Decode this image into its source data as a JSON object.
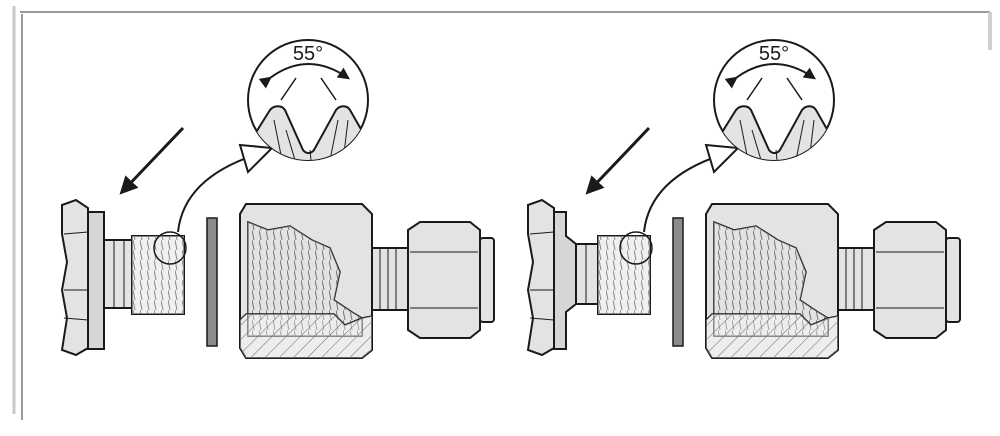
{
  "figure": {
    "panels": [
      {
        "id": "left",
        "angle_label": "55°"
      },
      {
        "id": "right",
        "angle_label": "55°"
      }
    ],
    "colors": {
      "part_fill": "#e3e3e3",
      "part_dark": "#c9c9c9",
      "outline": "#1a1a1a",
      "gasket": "#8c8c8c",
      "frame_shadow": "#b5b5b5",
      "background": "#ffffff"
    },
    "icons": [
      "arrow-icon",
      "magnifier-callout",
      "thread-detail"
    ]
  }
}
